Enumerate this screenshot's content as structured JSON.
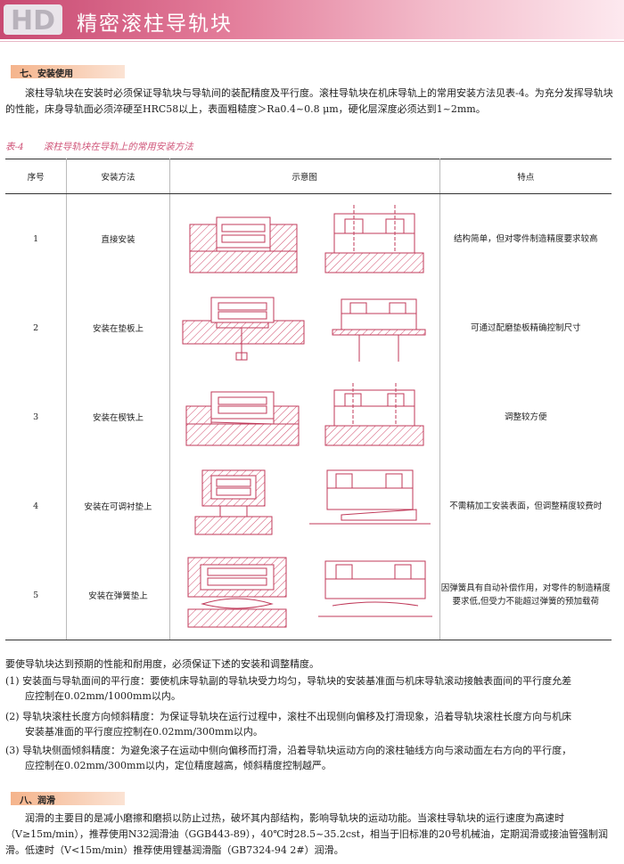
{
  "header": {
    "logo": "HD",
    "title": "精密滚柱导轨块"
  },
  "section7": {
    "title": "七、安装使用",
    "intro": "滚柱导轨块在安装时必须保证导轨块与导轨间的装配精度及平行度。滚柱导轨块在机床导轨上的常用安装方法见表-4。为充分发挥导轨块的性能，床身导轨面必须淬硬至HRC58以上，表面粗糙度＞Ra0.4~0.8 μm，硬化层深度必须达到1~2mm。"
  },
  "table": {
    "label": "表-4",
    "caption": "滚柱导轨块在导轨上的常用安装方法",
    "headers": [
      "序号",
      "安装方法",
      "示意图",
      "特点"
    ],
    "rows": [
      {
        "no": "1",
        "method": "直接安装",
        "feature": "结构简单，但对零件制造精度要求较高"
      },
      {
        "no": "2",
        "method": "安装在垫板上",
        "feature": "可通过配磨垫板精确控制尺寸"
      },
      {
        "no": "3",
        "method": "安装在楔铁上",
        "feature": "调整较方便"
      },
      {
        "no": "4",
        "method": "安装在可调衬垫上",
        "feature": "不需精加工安装表面，但调整精度较费时"
      },
      {
        "no": "5",
        "method": "安装在弹簧垫上",
        "feature": "因弹簧具有自动补偿作用，对零件的制造精度要求低,但受力不能超过弹簧的预加载荷"
      }
    ]
  },
  "notes": {
    "intro": "要使导轨块达到预期的性能和耐用度，必须保证下述的安装和调整精度。",
    "items": [
      {
        "line1": "(1)  安装面与导轨面间的平行度：要使机床导轨副的导轨块受力均匀，导轨块的安装基准面与机床导轨滚动接触表面间的平行度允差",
        "line2": "应控制在0.02mm/1000mm以内。"
      },
      {
        "line1": "(2)  导轨块滚柱长度方向倾斜精度：为保证导轨块在运行过程中，滚柱不出现侧向偏移及打滑现象，沿着导轨块滚柱长度方向与机床",
        "line2": "安装基准面的平行度应控制在0.02mm/300mm以内。"
      },
      {
        "line1": "(3)  导轨块侧面倾斜精度：为避免滚子在运动中侧向偏移而打滑，沿着导轨块运动方向的滚柱轴线方向与滚动面左右方向的平行度，",
        "line2": "应控制在0.02mm/300mm以内，定位精度越高，倾斜精度控制越严。"
      }
    ]
  },
  "section8": {
    "title": "八、润滑",
    "text": "润滑的主要目的是减小磨擦和磨损以防止过热，破坏其内部结构，影响导轨块的运动功能。当滚柱导轨块的运行速度为高速时（V≥15m/min），推荐使用N32润滑油（GGB443-89），40℃时28.5~35.2cst，相当于旧标准的20号机械油，定期润滑或接油管强制润滑。低速时（V<15m/min）推荐使用锂基润滑脂（GB7324-94 2#）润滑。"
  },
  "colors": {
    "banner": "#c84a72",
    "caption": "#d0567a",
    "section_bar": "#f5b48c"
  }
}
